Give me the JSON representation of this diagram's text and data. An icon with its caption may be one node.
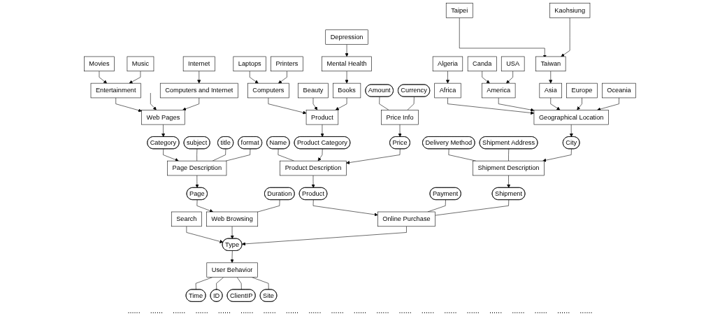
{
  "diagram": {
    "nodes": [
      {
        "text": [
          "Web Pages"
        ]
      },
      {
        "text": [
          "Entertainment"
        ]
      },
      {
        "text": [
          "Computers and Internet"
        ]
      },
      {
        "text": [
          "Movies"
        ]
      },
      {
        "text": [
          "Music"
        ]
      },
      {
        "text": [
          "Internet"
        ]
      },
      {
        "text": [
          "Product"
        ]
      },
      {
        "text": [
          "Computers"
        ]
      },
      {
        "text": [
          "Beauty"
        ]
      },
      {
        "text": [
          "Books"
        ]
      },
      {
        "text": [
          "Laptops"
        ]
      },
      {
        "text": [
          "Printers"
        ]
      },
      {
        "text": [
          "Mental Health"
        ]
      },
      {
        "text": [
          "Depression"
        ]
      },
      {
        "text": [
          "Geographical Location"
        ]
      },
      {
        "text": [
          "Africa"
        ]
      },
      {
        "text": [
          "America"
        ]
      },
      {
        "text": [
          "Asia"
        ]
      },
      {
        "text": [
          "Europe"
        ]
      },
      {
        "text": [
          "Oceania"
        ]
      },
      {
        "text": [
          "Algeria"
        ]
      },
      {
        "text": [
          "Canda"
        ]
      },
      {
        "text": [
          "USA"
        ]
      },
      {
        "text": [
          "Taiwan"
        ]
      },
      {
        "text": [
          "Taipei"
        ]
      },
      {
        "text": [
          "Kaohsiung"
        ]
      },
      {
        "text": [
          "Category"
        ]
      },
      {
        "text": [
          "subject"
        ]
      },
      {
        "text": [
          "title"
        ]
      },
      {
        "text": [
          "Page Description"
        ]
      },
      {
        "text": [
          "format"
        ]
      },
      {
        "text": [
          "Amount"
        ]
      },
      {
        "text": [
          "Currency"
        ]
      },
      {
        "text": [
          "Price Info"
        ]
      },
      {
        "text": [
          "Product Category"
        ]
      },
      {
        "text": [
          "Shipment Address"
        ]
      },
      {
        "text": [
          "Name"
        ]
      },
      {
        "text": [
          "Price"
        ]
      },
      {
        "text": [
          "Delivery Method"
        ]
      },
      {
        "text": [
          "Product Description"
        ]
      },
      {
        "text": [
          "City"
        ]
      },
      {
        "text": [
          "Page"
        ]
      },
      {
        "text": [
          "Duration"
        ]
      },
      {
        "text": [
          "Product"
        ]
      },
      {
        "text": [
          "Payment"
        ]
      },
      {
        "text": [
          "Search"
        ]
      },
      {
        "text": [
          "Web Browsing"
        ]
      },
      {
        "text": [
          "Online Purchase"
        ]
      },
      {
        "text": [
          "Shipment"
        ]
      },
      {
        "text": [
          "Shipment Description"
        ]
      },
      {
        "text": [
          "Type"
        ]
      },
      {
        "text": [
          "User Behavior"
        ]
      },
      {
        "text": [
          "Time"
        ]
      },
      {
        "text": [
          "ID"
        ]
      },
      {
        "text": [
          "ClientIP"
        ]
      },
      {
        "text": [
          "Site"
        ]
      }
    ],
    "edges": [
      {
        "from": 1,
        "to": 0,
        "arrow": "to"
      },
      {
        "from": null,
        "to": 0,
        "arrow": "to"
      },
      {
        "from": 2,
        "to": 0,
        "arrow": "to"
      },
      {
        "from": 3,
        "to": 1,
        "arrow": "to"
      },
      {
        "from": 4,
        "to": 1,
        "arrow": "to"
      },
      {
        "from": 5,
        "to": 2,
        "arrow": "to"
      },
      {
        "from": 7,
        "to": 6,
        "arrow": "to"
      },
      {
        "from": 8,
        "to": 6,
        "arrow": "to"
      },
      {
        "from": 9,
        "to": 6,
        "arrow": "to"
      },
      {
        "from": 10,
        "to": 7,
        "arrow": "to"
      },
      {
        "from": 11,
        "to": 7,
        "arrow": "to"
      },
      {
        "from": 12,
        "to": 9,
        "arrow": "to"
      },
      {
        "from": 13,
        "to": 12,
        "arrow": "to"
      },
      {
        "from": 15,
        "to": 14,
        "arrow": "to"
      },
      {
        "from": 16,
        "to": 14,
        "arrow": "to"
      },
      {
        "from": 17,
        "to": 14,
        "arrow": "to"
      },
      {
        "from": 18,
        "to": 14,
        "arrow": "to"
      },
      {
        "from": 19,
        "to": 14,
        "arrow": "to"
      },
      {
        "from": 23,
        "to": 17,
        "arrow": "to"
      },
      {
        "from": 24,
        "to": 23,
        "arrow": "to"
      },
      {
        "from": 25,
        "to": 23,
        "arrow": "to"
      },
      {
        "from": 20,
        "to": 15,
        "arrow": "to"
      },
      {
        "from": 21,
        "to": 16,
        "arrow": "to"
      },
      {
        "from": 22,
        "to": 16,
        "arrow": "to"
      },
      {
        "from": 0,
        "to": 26,
        "arrow": "to"
      },
      {
        "from": 6,
        "to": 34,
        "arrow": "to"
      },
      {
        "from": 14,
        "to": 40,
        "arrow": "to"
      },
      {
        "from": 26,
        "to": 29,
        "arrow": "to"
      },
      {
        "from": 27,
        "to": 29,
        "arrow": "none"
      },
      {
        "from": 28,
        "to": 29,
        "arrow": "none"
      },
      {
        "from": 30,
        "to": 29,
        "arrow": "none"
      },
      {
        "from": 29,
        "to": 41,
        "arrow": "to"
      },
      {
        "from": 41,
        "to": 46,
        "arrow": "to"
      },
      {
        "from": 42,
        "to": 46,
        "arrow": "none"
      },
      {
        "from": 31,
        "to": 33,
        "arrow": "none"
      },
      {
        "from": 32,
        "to": 33,
        "arrow": "none"
      },
      {
        "from": 33,
        "to": 37,
        "arrow": "to"
      },
      {
        "from": 36,
        "to": 39,
        "arrow": "none"
      },
      {
        "from": 34,
        "to": 39,
        "arrow": "to"
      },
      {
        "from": 37,
        "to": 39,
        "arrow": "to"
      },
      {
        "from": 39,
        "to": 43,
        "arrow": "to"
      },
      {
        "from": 43,
        "to": 47,
        "arrow": "to"
      },
      {
        "from": 44,
        "to": 47,
        "arrow": "none"
      },
      {
        "from": 38,
        "to": 49,
        "arrow": "none"
      },
      {
        "from": 35,
        "to": 49,
        "arrow": "none"
      },
      {
        "from": 40,
        "to": 49,
        "arrow": "to"
      },
      {
        "from": 49,
        "to": 48,
        "arrow": "to"
      },
      {
        "from": 48,
        "to": 47,
        "arrow": "none"
      },
      {
        "from": 45,
        "to": 50,
        "arrow": "to"
      },
      {
        "from": 46,
        "to": 50,
        "arrow": "to"
      },
      {
        "from": 47,
        "to": 50,
        "arrow": "to"
      },
      {
        "from": 50,
        "to": 51,
        "arrow": "to"
      },
      {
        "from": 51,
        "to": 52,
        "arrow": "none"
      },
      {
        "from": 51,
        "to": 53,
        "arrow": "none"
      },
      {
        "from": 51,
        "to": 54,
        "arrow": "none"
      },
      {
        "from": 51,
        "to": 55,
        "arrow": "none"
      }
    ],
    "labels": [
      "......",
      "......",
      "......",
      "......",
      "......",
      "......",
      "......",
      "......",
      "......",
      "......",
      "......",
      "......",
      "......",
      "......",
      "......",
      "......",
      "......",
      "......",
      "......",
      "......",
      "......"
    ]
  }
}
